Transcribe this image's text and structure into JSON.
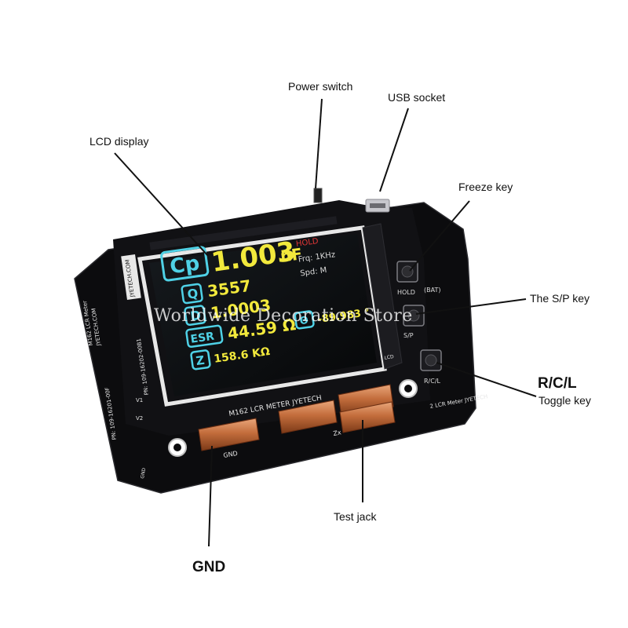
{
  "callouts": {
    "lcd_display": "LCD display",
    "power_switch": "Power switch",
    "usb_socket": "USB socket",
    "freeze_key": "Freeze key",
    "sp_key": "The S/P key",
    "rcl_key": "R/C/L",
    "toggle_key": "Toggle key",
    "test_jack": "Test jack",
    "gnd": "GND"
  },
  "lcd": {
    "param_label": "Cp",
    "param_value": "1.003",
    "param_unit": "nF",
    "q_label": "Q",
    "q_value": "3557",
    "d_label": "D",
    "d_value": "1.0003",
    "esr_label": "ESR",
    "esr_value": "44.59 Ω",
    "z_label": "Z",
    "z_value": "158.6 KΩ",
    "theta_label": "Θ",
    "theta_value": "-89.983 °",
    "hold": "HOLD",
    "freq": "Frq: 1KHz",
    "speed": "Spd: M"
  },
  "board": {
    "brand_left": "JYETECH.COM",
    "model_vertical": "M162 LCR Meter",
    "site_vertical": "JYETECH.COM",
    "pn_top": "PN: 109-16202-00B1",
    "pn_left": "PN: 109-16201-00F",
    "silk_title": "M162 LCR METER JYETECH",
    "silk_right": "2 LCR Meter JYETECH",
    "hold_label": "HOLD",
    "sp_label": "S/P",
    "rcl_label": "R/C/L",
    "batt_label": "(BAT)",
    "gnd_label": "GND",
    "zx_label": "Zx",
    "v1_label": "V1",
    "v2_label": "V2",
    "gnd_small": "GND",
    "lcd_small": "LCD"
  },
  "watermark": "Worldwide Decoration Store",
  "colors": {
    "pcb": "#0c0c0e",
    "lcd_yellow": "#f2e93c",
    "lcd_cyan": "#4fd1e6",
    "hold_red": "#e23636",
    "copper": "#c8784a"
  }
}
